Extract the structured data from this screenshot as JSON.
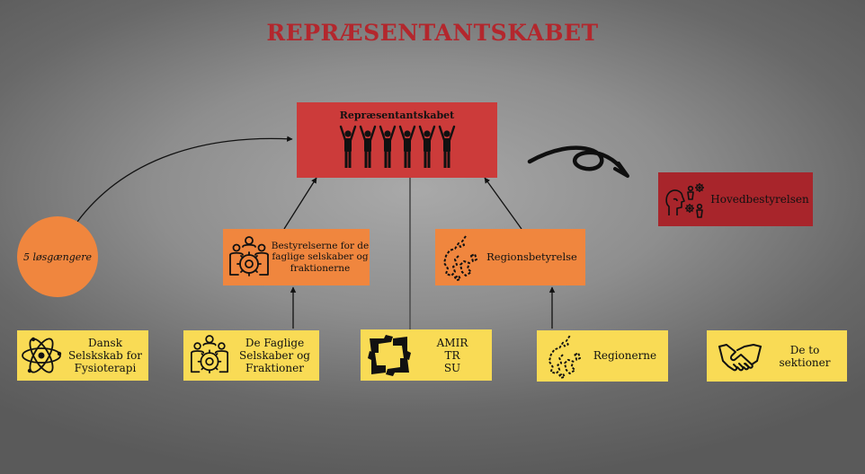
{
  "title": "REPRÆSENTANTSKABET",
  "top": {
    "label": "Repræsentantskabet",
    "icon": "people-raised-arms-icon"
  },
  "side": {
    "label": "Hovedbestyrelsen",
    "icon": "head-people-gears-icon"
  },
  "circle": {
    "label": "5 løsgængere"
  },
  "middle": [
    {
      "label": "Bestyrelserne for de faglige selskaber og fraktionerne",
      "icon": "team-gear-icon"
    },
    {
      "label": "Regionsbetyrelse",
      "icon": "denmark-map-icon"
    }
  ],
  "bottom": [
    {
      "label": "Dansk Selskskab for Fysioterapi",
      "icon": "atom-icon"
    },
    {
      "label": "De Faglige Selskaber og Fraktioner",
      "icon": "team-gear-icon"
    },
    {
      "lines": [
        "AMIR",
        "TR",
        "SU"
      ],
      "icon": "joined-hands-icon"
    },
    {
      "label": "Regionerne",
      "icon": "denmark-map-icon"
    },
    {
      "label": "De to sektioner",
      "icon": "handshake-icon"
    }
  ],
  "colors": {
    "title": "#b3272d",
    "top_box": "#cc3b3a",
    "side_box": "#a8252b",
    "orange": "#f0863e",
    "yellow": "#f9db55"
  }
}
